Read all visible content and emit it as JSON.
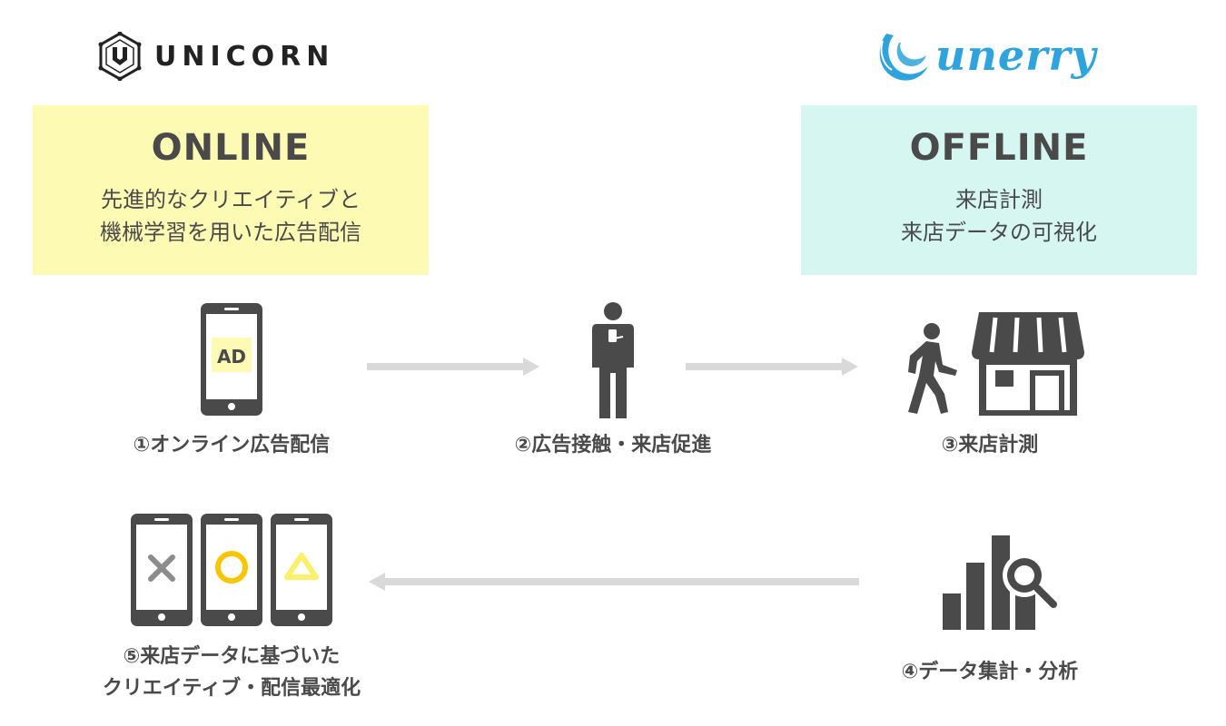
{
  "logos": {
    "unicorn": "UNICORN",
    "unerry": "unerry"
  },
  "online": {
    "title": "ONLINE",
    "lines": [
      "先進的なクリエイティブと",
      "機械学習を用いた広告配信"
    ]
  },
  "offline": {
    "title": "OFFLINE",
    "lines": [
      "来店計測",
      "来店データの可視化"
    ]
  },
  "steps": {
    "s1": "①オンライン広告配信",
    "s2": "②広告接触・来店促進",
    "s3": "③来店計測",
    "s4": "④データ集計・分析",
    "s5_line1": "⑤来店データに基づいた",
    "s5_line2": "クリエイティブ・配信最適化"
  },
  "ad_badge": "AD",
  "colors": {
    "online_bg": "#fdfab4",
    "offline_bg": "#d6f6f1",
    "icon_dark": "#4a4a4a",
    "arrow_gray": "#d9d9d9",
    "brand_blue": "#2ea3dd",
    "accent_yellow": "#f7c600",
    "light_yellow": "#fbf06a",
    "cross_gray": "#8c8c8c"
  }
}
